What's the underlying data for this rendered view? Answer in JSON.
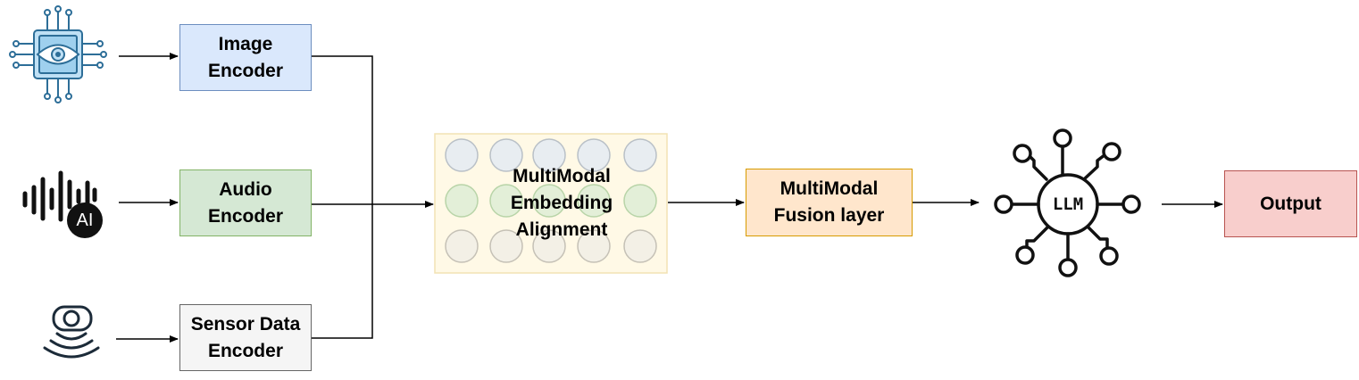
{
  "diagram": {
    "encoders": {
      "image": {
        "label_line1": "Image",
        "label_line2": "Encoder",
        "icon": "vision-chip-icon"
      },
      "audio": {
        "label_line1": "Audio",
        "label_line2": "Encoder",
        "icon": "audio-waveform-ai-icon",
        "badge_text": "AI"
      },
      "sensor": {
        "label_line1": "Sensor Data",
        "label_line2": "Encoder",
        "icon": "sensor-signal-icon"
      }
    },
    "alignment": {
      "label_line1": "MultiModal",
      "label_line2": "Embedding",
      "label_line3": "Alignment",
      "grid_rows": [
        "gray",
        "green",
        "beige"
      ],
      "grid_columns": 5
    },
    "fusion": {
      "label_line1": "MultiModal",
      "label_line2": "Fusion layer"
    },
    "llm": {
      "text": "LLM",
      "icon": "llm-network-icon"
    },
    "output": {
      "label": "Output"
    },
    "colors": {
      "image_fill": "#dae8fc",
      "image_stroke": "#6c8ebf",
      "audio_fill": "#d5e8d4",
      "audio_stroke": "#82b366",
      "sensor_fill": "#f5f5f5",
      "sensor_stroke": "#666666",
      "alignment_fill": "#fff9e6",
      "alignment_stroke": "#f2e2b3",
      "fusion_fill": "#ffe6cc",
      "fusion_stroke": "#d79b00",
      "output_fill": "#f8cecc",
      "output_stroke": "#b85450",
      "chip_fill": "#bfe0f5",
      "chip_stroke": "#2d6e98"
    }
  }
}
